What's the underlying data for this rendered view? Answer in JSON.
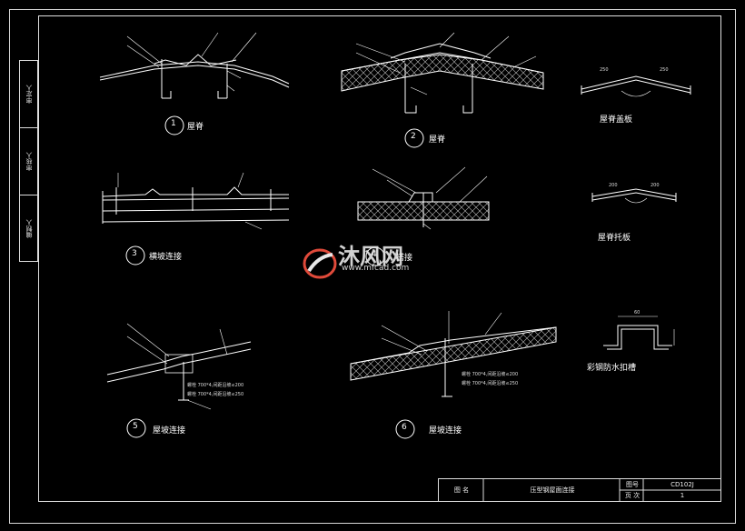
{
  "side": {
    "cells": [
      "审定人",
      "审核人",
      "编制人"
    ]
  },
  "details": [
    {
      "no": "1",
      "title": "屋脊"
    },
    {
      "no": "2",
      "title": "屋脊"
    },
    {
      "no": "3",
      "title": "横坡连接"
    },
    {
      "no": "4",
      "title": "搭接"
    },
    {
      "no": "5",
      "title": "屋坡连接"
    },
    {
      "no": "6",
      "title": "屋坡连接"
    }
  ],
  "right_details": {
    "ridge_cap": "屋脊盖板",
    "ridge_support": "屋脊托板",
    "waterproof": "彩钢防水扣槽",
    "dims": [
      "250",
      "250",
      "200",
      "200",
      "60"
    ]
  },
  "notes": {
    "n5": [
      "螺栓 700*4,间距沿坡≤200",
      "螺栓 700*4,间距沿坡≤250"
    ],
    "n6": [
      "螺栓 700*4,间距沿坡≤200",
      "螺栓 700*4,间距沿坡≤250"
    ]
  },
  "titleblock": {
    "label_drawing": "图 名",
    "drawing_name": "压型钢屋面连接",
    "label_no": "图号",
    "drawing_no": "CD102J",
    "label_page": "页 次",
    "page": "1"
  },
  "watermark": {
    "brand": "沐风网",
    "url": "www.mfcad.com"
  },
  "colors": {
    "background": "#000000",
    "line": "#ffffff",
    "watermark": "#e04a3a"
  }
}
